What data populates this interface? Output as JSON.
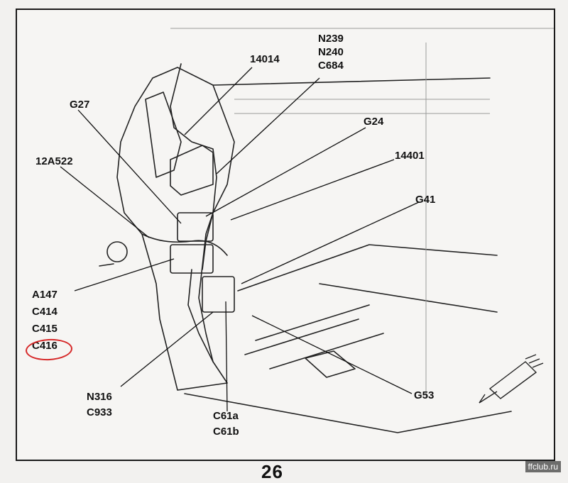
{
  "callouts": {
    "c14014": "14014",
    "n239": "N239",
    "n240": "N240",
    "c684": "C684",
    "g27": "G27",
    "g24": "G24",
    "c12a522": "12A522",
    "c14401": "14401",
    "g41": "G41",
    "a147": "A147",
    "c414": "C414",
    "c415": "C415",
    "c416": "C416",
    "n316": "N316",
    "c933": "C933",
    "c61a": "C61a",
    "c61b": "C61b",
    "g53": "G53"
  },
  "page_number": "26",
  "watermark": "ffclub.ru",
  "colors": {
    "highlight": "#d62828",
    "ink": "#111111"
  }
}
